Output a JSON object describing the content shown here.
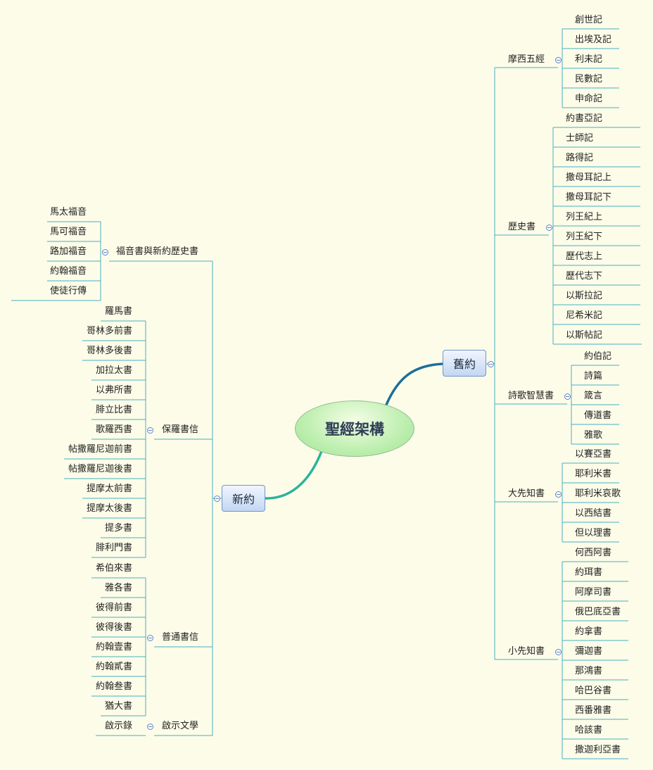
{
  "center": "聖經架構",
  "ot": {
    "label": "舊約",
    "groups": [
      {
        "label": "摩西五經",
        "items": [
          "創世記",
          "出埃及記",
          "利未記",
          "民數記",
          "申命記"
        ]
      },
      {
        "label": "歷史書",
        "items": [
          "約書亞記",
          "士師記",
          "路得記",
          "撒母耳記上",
          "撒母耳記下",
          "列王紀上",
          "列王紀下",
          "歷代志上",
          "歷代志下",
          "以斯拉記",
          "尼希米記",
          "以斯帖記"
        ]
      },
      {
        "label": "詩歌智慧書",
        "items": [
          "約伯記",
          "詩篇",
          "箴言",
          "傳道書",
          "雅歌"
        ]
      },
      {
        "label": "大先知書",
        "items": [
          "以賽亞書",
          "耶利米書",
          "耶利米哀歌",
          "以西結書",
          "但以理書"
        ]
      },
      {
        "label": "小先知書",
        "items": [
          "何西阿書",
          "約珥書",
          "阿摩司書",
          "俄巴底亞書",
          "約拿書",
          "彌迦書",
          "那鴻書",
          "哈巴谷書",
          "西番雅書",
          "哈該書",
          "撒迦利亞書"
        ]
      }
    ]
  },
  "nt": {
    "label": "新約",
    "groups": [
      {
        "label": "福音書與新約歷史書",
        "items": [
          "馬太福音",
          "馬可福音",
          "路加福音",
          "約翰福音",
          "使徒行傳"
        ]
      },
      {
        "label": "保羅書信",
        "items": [
          "羅馬書",
          "哥林多前書",
          "哥林多後書",
          "加拉太書",
          "以弗所書",
          "腓立比書",
          "歌羅西書",
          "帖撒羅尼迦前書",
          "帖撒羅尼迦後書",
          "提摩太前書",
          "提摩太後書",
          "提多書",
          "腓利門書"
        ]
      },
      {
        "label": "普通書信",
        "items": [
          "希伯來書",
          "雅各書",
          "彼得前書",
          "彼得後書",
          "約翰壹書",
          "約翰貳書",
          "約翰叁書",
          "猶大書"
        ]
      },
      {
        "label": "啟示文學",
        "items": [
          "啟示錄"
        ]
      }
    ]
  }
}
